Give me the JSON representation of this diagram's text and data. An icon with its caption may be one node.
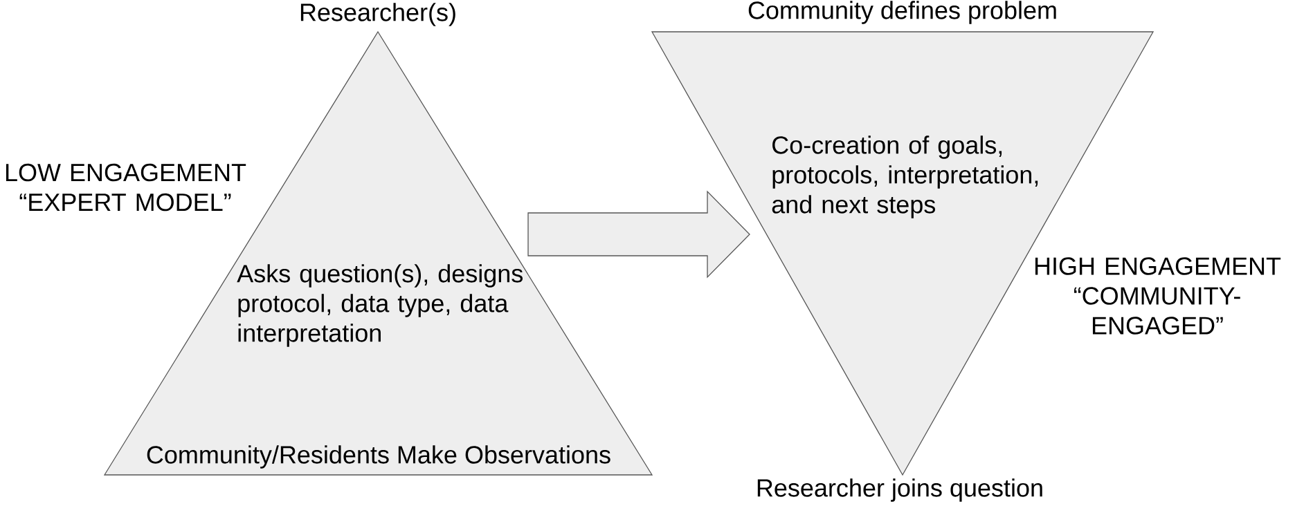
{
  "diagram": {
    "nodes": [
      {
        "text": [
          "Researcher(s)",
          "Asks question(s), designs protocol, data type, data interpretation",
          "Community/Residents Make Observations"
        ]
      },
      {
        "text": [
          "Community defines problem",
          "Co-creation of goals, protocols, interpretation, and next steps",
          "Researcher joins question"
        ]
      }
    ],
    "edges": [
      {
        "from": 0,
        "to": 1,
        "arrow": "to"
      }
    ],
    "labels": [
      "LOW ENGAGEMENT “EXPERT MODEL”",
      "HIGH ENGAGEMENT “COMMUNITY-ENGAGED”"
    ]
  }
}
